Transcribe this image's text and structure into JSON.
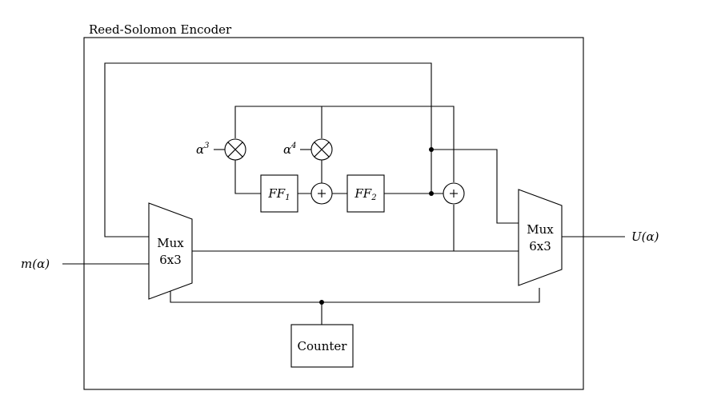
{
  "encoder_title": "Reed-Solomon Encoder",
  "input_label": "m(α)",
  "output_label": "U(α)",
  "mux_left": {
    "line1": "Mux",
    "line2": "6x3"
  },
  "mux_right": {
    "line1": "Mux",
    "line2": "6x3"
  },
  "counter_label": "Counter",
  "coef_1": {
    "base": "α",
    "exp": "3"
  },
  "coef_2": {
    "base": "α",
    "exp": "4"
  },
  "ff_1": {
    "base": "FF",
    "sub": "1"
  },
  "ff_2": {
    "base": "FF",
    "sub": "2"
  }
}
